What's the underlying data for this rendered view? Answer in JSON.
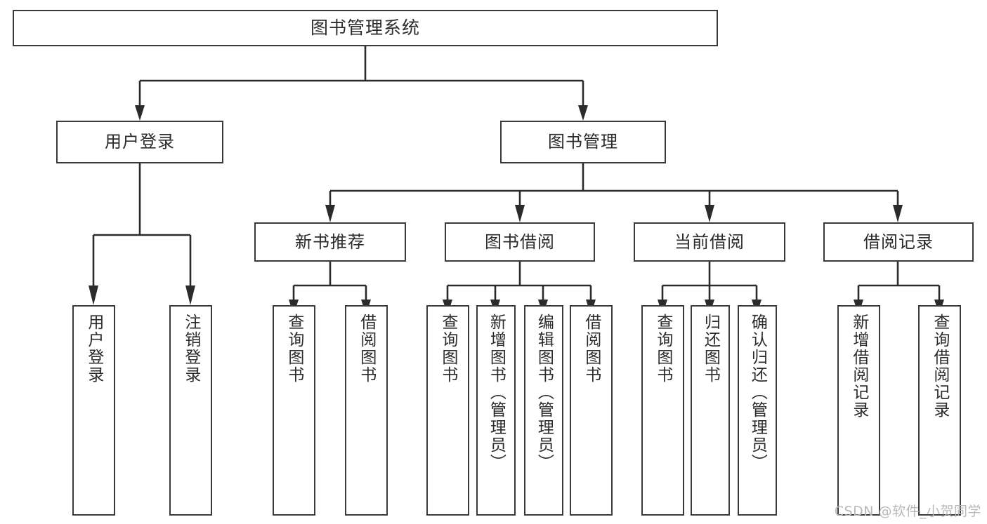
{
  "diagram": {
    "title": "图书管理系统",
    "type": "tree",
    "colors": {
      "background": "#ffffff",
      "node_border": "#3a3a3a",
      "node_fill": "#ffffff",
      "text": "#2b2b2b",
      "edge": "#2b2b2b",
      "watermark": "#b9b9b9"
    },
    "root": {
      "label": "图书管理系统"
    },
    "level2": [
      {
        "label": "用户登录"
      },
      {
        "label": "图书管理"
      }
    ],
    "level3": [
      {
        "label": "新书推荐"
      },
      {
        "label": "图书借阅"
      },
      {
        "label": "当前借阅"
      },
      {
        "label": "借阅记录"
      }
    ],
    "leaves": {
      "user_login": [
        {
          "label": "用户登录"
        },
        {
          "label": "注销登录"
        }
      ],
      "new_book_recommend": [
        {
          "label": "查询图书"
        },
        {
          "label": "借阅图书"
        }
      ],
      "book_borrow": [
        {
          "label": "查询图书"
        },
        {
          "label": "新增图书（管理员）"
        },
        {
          "label": "编辑图书（管理员）"
        },
        {
          "label": "借阅图书"
        }
      ],
      "current_borrow": [
        {
          "label": "查询图书"
        },
        {
          "label": "归还图书"
        },
        {
          "label": "确认归还（管理员）"
        }
      ],
      "borrow_record": [
        {
          "label": "新增借阅记录"
        },
        {
          "label": "查询借阅记录"
        }
      ]
    }
  },
  "watermark": {
    "text": "CSDN @软件_小贺同学"
  }
}
